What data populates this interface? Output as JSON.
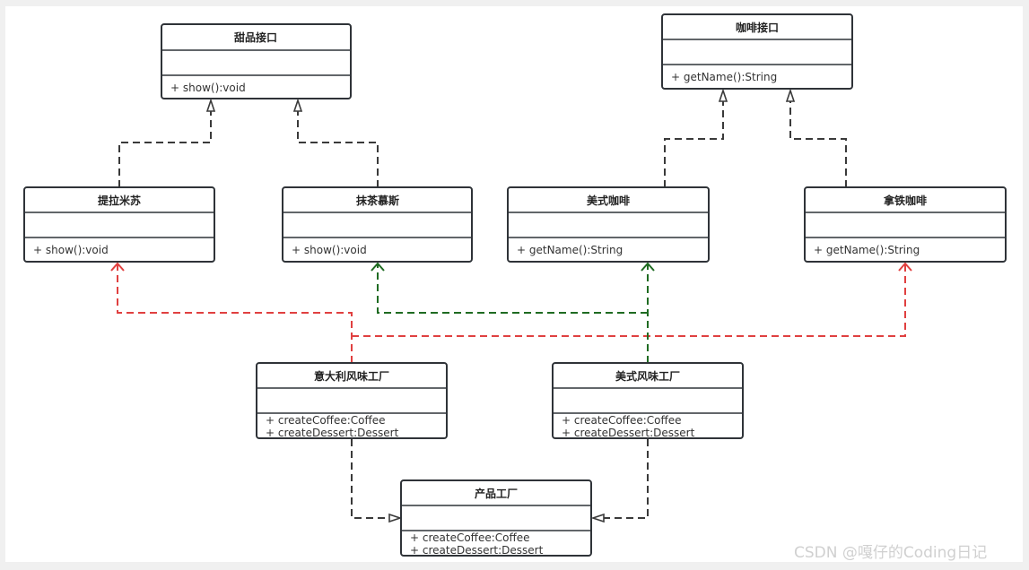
{
  "classes": {
    "dessert_interface": {
      "name": "甜品接口",
      "methods": [
        "+ show():void"
      ]
    },
    "coffee_interface": {
      "name": "咖啡接口",
      "methods": [
        "+ getName():String"
      ]
    },
    "tiramisu": {
      "name": "提拉米苏",
      "methods": [
        "+ show():void"
      ]
    },
    "matcha_mousse": {
      "name": "抹茶慕斯",
      "methods": [
        "+ show():void"
      ]
    },
    "american_coffee": {
      "name": "美式咖啡",
      "methods": [
        "+ getName():String"
      ]
    },
    "latte": {
      "name": "拿铁咖啡",
      "methods": [
        "+ getName():String"
      ]
    },
    "italian_factory": {
      "name": "意大利风味工厂",
      "methods": [
        "+ createCoffee:Coffee",
        "+ createDessert:Dessert"
      ]
    },
    "american_factory": {
      "name": "美式风味工厂",
      "methods": [
        "+ createCoffee:Coffee",
        "+ createDessert:Dessert"
      ]
    },
    "product_factory": {
      "name": "产品工厂",
      "methods": [
        "+ createCoffee:Coffee",
        "+ createDessert:Dessert"
      ]
    }
  },
  "colors": {
    "realization": "#3a3a3a",
    "italian_dependency": "#e04040",
    "american_dependency": "#1f6b22"
  },
  "watermark": "CSDN @嘎仔的Coding日记"
}
